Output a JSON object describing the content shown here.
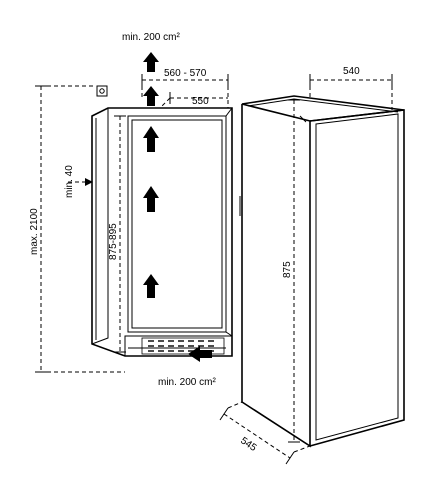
{
  "labels": {
    "vent_top": "min. 200 cm²",
    "vent_bottom": "min. 200 cm²",
    "niche_width": "560 - 570",
    "niche_depth": "550",
    "side_gap": "min. 40",
    "max_height": "max. 2100",
    "niche_height": "875-895",
    "appliance_width": "540",
    "appliance_height": "875",
    "appliance_depth": "545"
  }
}
